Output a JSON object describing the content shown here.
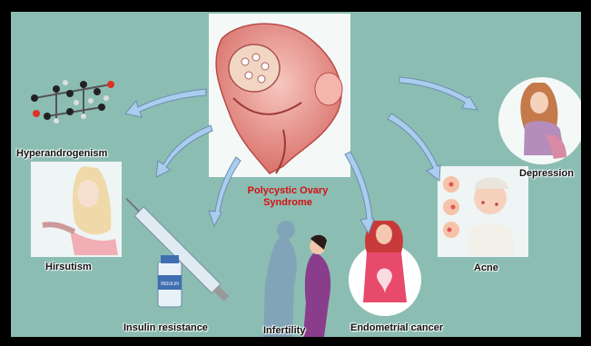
{
  "diagram": {
    "center": {
      "line1": "Polycystic Ovary",
      "line2": "Syndrome"
    },
    "symptoms": {
      "hyperandrogenism": "Hyperandrogenism",
      "hirsutism": "Hirsutism",
      "insulin_resistance": "Insulin resistance",
      "infertility": "Infertility",
      "endometrial_cancer": "Endometrial cancer",
      "acne": "Acne",
      "depression": "Depression"
    },
    "vial_label": "INSULIN"
  },
  "colors": {
    "background": "#8cbdb3",
    "frame": "#000000",
    "arrow": "#aaccee",
    "center_text": "#d41010"
  }
}
